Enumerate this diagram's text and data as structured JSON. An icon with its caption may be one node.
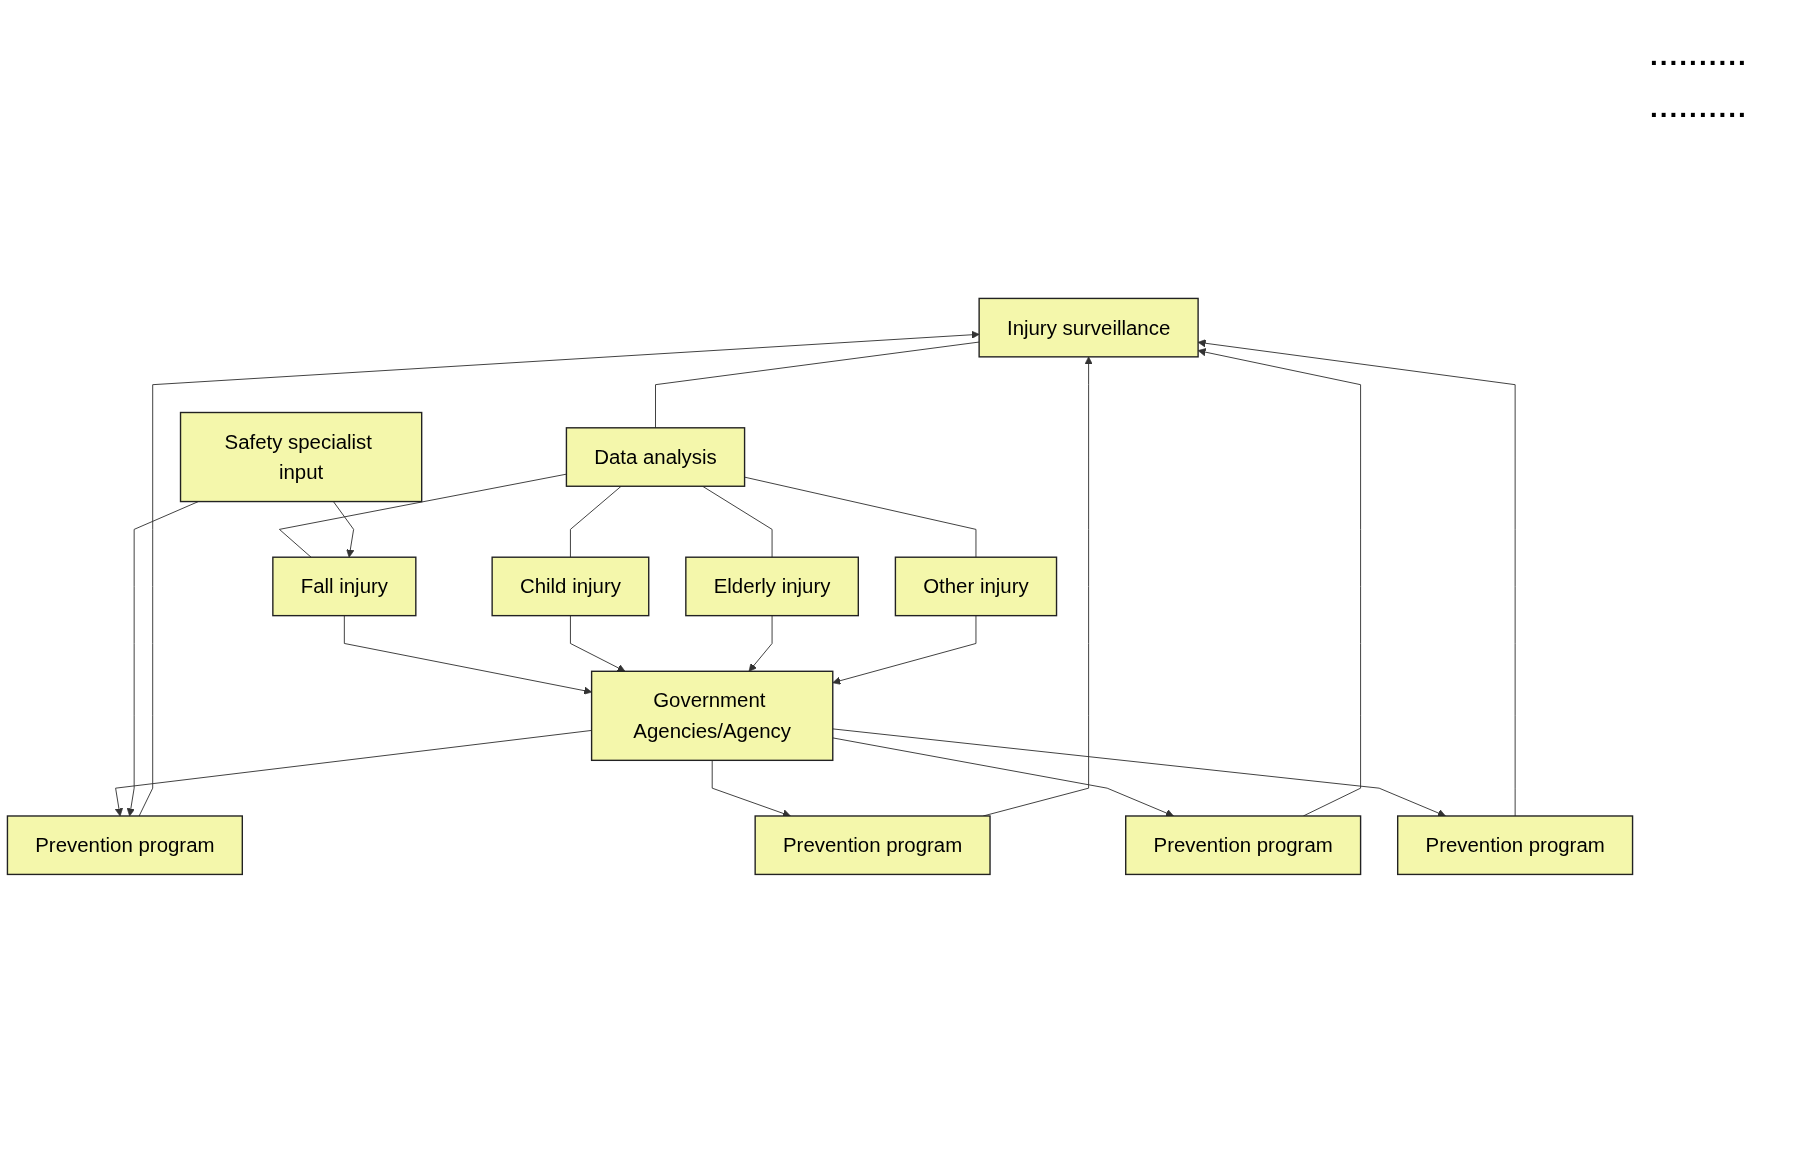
{
  "diagram": {
    "nodes": [
      {
        "text": [
          "Injury surveillance"
        ]
      },
      {
        "text": [
          "Data analysis"
        ]
      },
      {
        "text": [
          "Fall injury"
        ]
      },
      {
        "text": [
          "Child injury"
        ]
      },
      {
        "text": [
          "Elderly injury"
        ]
      },
      {
        "text": [
          "Other injury"
        ]
      },
      {
        "text": [
          "Safety specialist input"
        ]
      },
      {
        "text": [
          "Government Agencies/Agency"
        ]
      },
      {
        "text": [
          "Prevention program"
        ]
      },
      {
        "text": [
          "Prevention program"
        ]
      },
      {
        "text": [
          "Prevention program"
        ]
      },
      {
        "text": [
          "Prevention program"
        ]
      }
    ],
    "edges": [
      {
        "from": 0,
        "to": 1,
        "arrow": "none"
      },
      {
        "from": 1,
        "to": 2,
        "arrow": "none"
      },
      {
        "from": 1,
        "to": 3,
        "arrow": "none"
      },
      {
        "from": 1,
        "to": 4,
        "arrow": "none"
      },
      {
        "from": 1,
        "to": 5,
        "arrow": "none"
      },
      {
        "from": 6,
        "to": 2,
        "arrow": "to"
      },
      {
        "from": 2,
        "to": 7,
        "arrow": "to"
      },
      {
        "from": 3,
        "to": 7,
        "arrow": "to"
      },
      {
        "from": 4,
        "to": 7,
        "arrow": "to"
      },
      {
        "from": 5,
        "to": 7,
        "arrow": "to"
      },
      {
        "from": 7,
        "to": 8,
        "arrow": "to"
      },
      {
        "from": 7,
        "to": 9,
        "arrow": "to"
      },
      {
        "from": 7,
        "to": 10,
        "arrow": "to"
      },
      {
        "from": 7,
        "to": 11,
        "arrow": "to"
      },
      {
        "from": 6,
        "to": 8,
        "arrow": "to"
      },
      {
        "from": 8,
        "to": 0,
        "arrow": "to"
      },
      {
        "from": 9,
        "to": 0,
        "arrow": "to"
      },
      {
        "from": 10,
        "to": 0,
        "arrow": "to"
      },
      {
        "from": 11,
        "to": 0,
        "arrow": "to"
      }
    ],
    "labels": [
      "..........",
      ".........."
    ]
  }
}
